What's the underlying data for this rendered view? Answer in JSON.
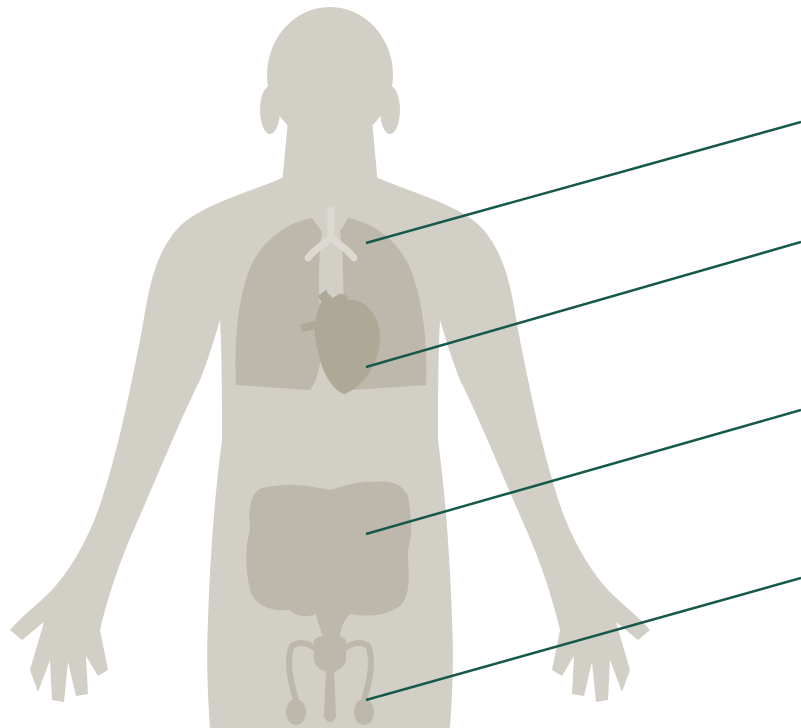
{
  "colors": {
    "background": "#ffffff",
    "body": "#d2cfc6",
    "organs": "#bdb8ab",
    "heart": "#aea897",
    "leader_lines": "#16584a"
  },
  "figure": {
    "subject": "human-body-silhouette",
    "organs": [
      "lungs",
      "heart",
      "intestines",
      "reproductive-organs"
    ]
  },
  "callouts": [
    {
      "id": "lungs",
      "target": "lungs-shape"
    },
    {
      "id": "heart",
      "target": "heart-shape"
    },
    {
      "id": "intestines",
      "target": "intestines-shape"
    },
    {
      "id": "reproductive",
      "target": "reproductive-organs-shape"
    }
  ]
}
